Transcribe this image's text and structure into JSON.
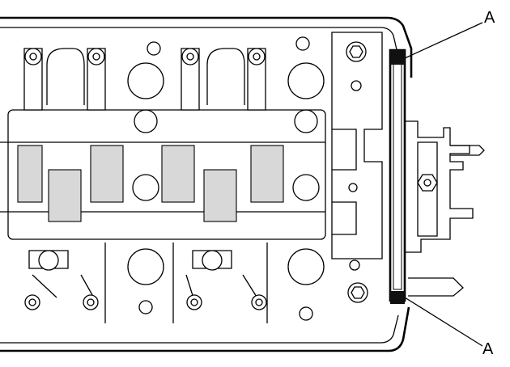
{
  "diagram": {
    "callouts": [
      {
        "id": "top",
        "label": "A"
      },
      {
        "id": "bottom",
        "label": "A"
      }
    ],
    "colors": {
      "line": "#000000",
      "background": "#ffffff",
      "highlight_marker": "#111111"
    }
  }
}
